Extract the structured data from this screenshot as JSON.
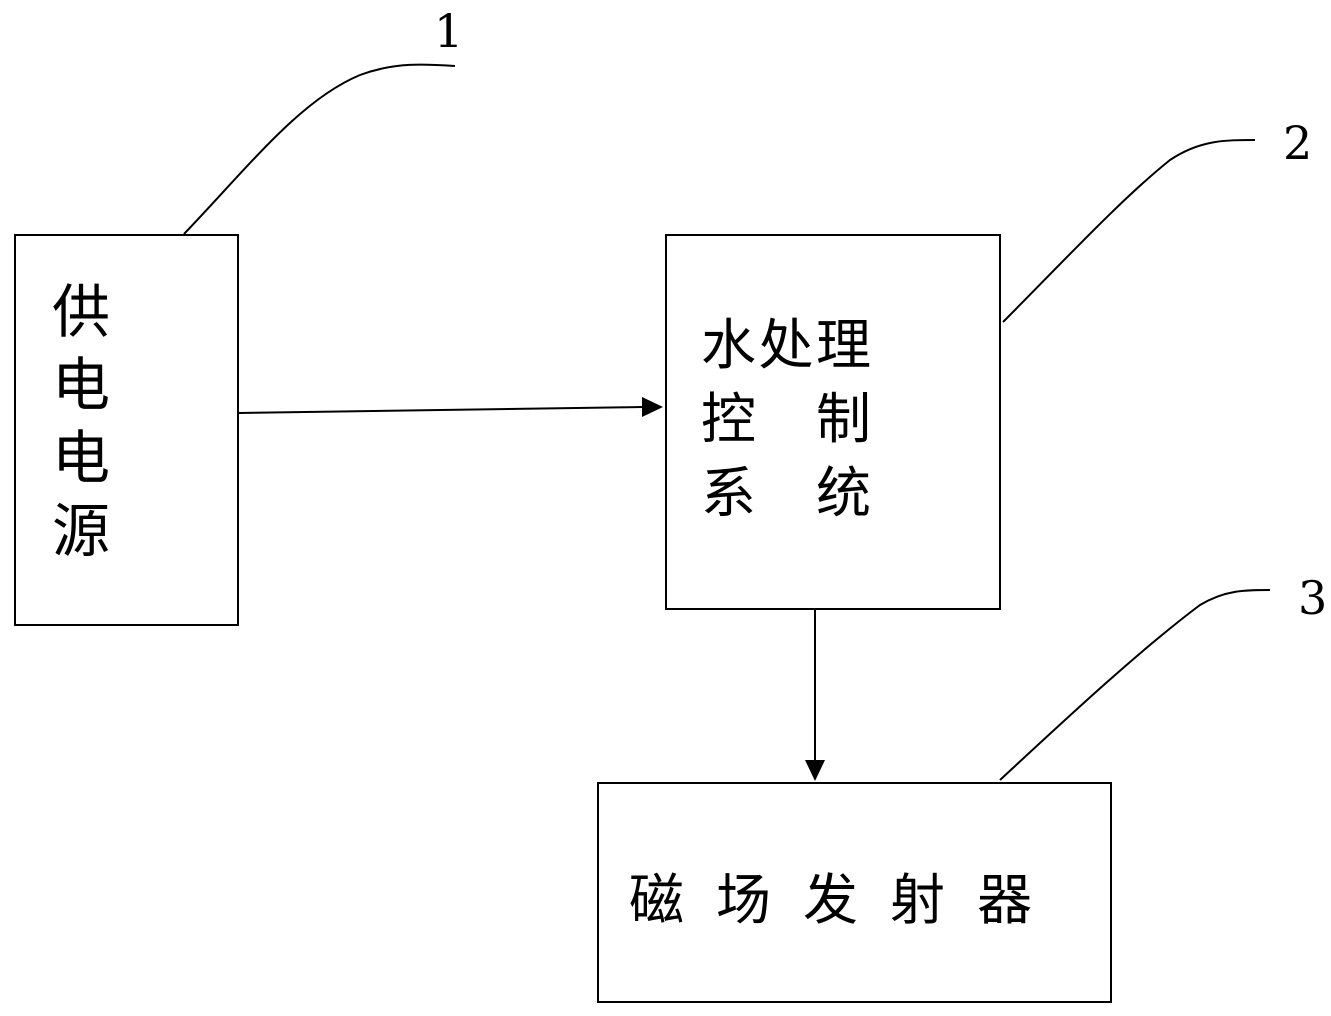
{
  "diagram": {
    "blocks": {
      "power_supply": {
        "chars": [
          "供",
          "电",
          "电",
          "源"
        ]
      },
      "control_system": {
        "rows": [
          [
            "水",
            "处",
            "理"
          ],
          [
            "控",
            "制"
          ],
          [
            "系",
            "统"
          ]
        ]
      },
      "emitter": {
        "chars": [
          "磁",
          "场",
          "发",
          "射",
          "器"
        ]
      }
    },
    "refs": {
      "r1": "1",
      "r2": "2",
      "r3": "3"
    },
    "connections": [
      {
        "from": "供电电源",
        "to": "水处理控制系统"
      },
      {
        "from": "水处理控制系统",
        "to": "磁场发射器"
      }
    ]
  }
}
